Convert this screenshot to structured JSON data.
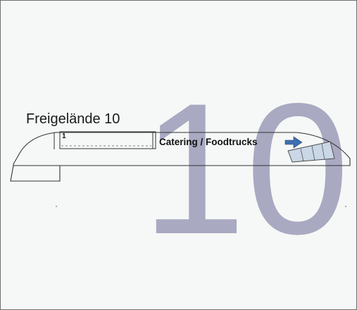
{
  "map": {
    "area_title": "Freigelände 10",
    "big_number": "10",
    "stand_number": "1",
    "zone_label": "Catering / Foodtrucks"
  },
  "colors": {
    "background": "#f6f8f7",
    "big_number": "#a9a9c2",
    "outline": "#333333",
    "arrow_fill": "#3f6fb0",
    "entrance_fill": "#c9d7e6"
  },
  "icons": {
    "direction": "arrow-right-icon"
  }
}
